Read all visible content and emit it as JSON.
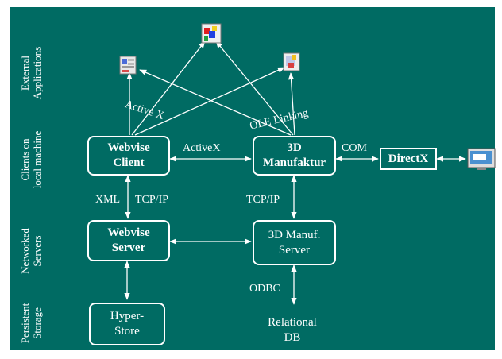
{
  "layers": [
    {
      "id": "external",
      "label": "External\nApplications"
    },
    {
      "id": "clients",
      "label": "Clients on\nlocal machine"
    },
    {
      "id": "networked",
      "label": "Networked\nServers"
    },
    {
      "id": "persistent",
      "label": "Persistent\nStorage"
    }
  ],
  "boxes": {
    "webvise_client": "Webvise\nClient",
    "manufaktur": "3D\nManufaktur",
    "directx": "DirectX",
    "webvise_server": "Webvise\nServer",
    "manuf_server": "3D Manuf.\nServer",
    "hyperstore": "Hyper-\nStore",
    "relational_db": "Relational\nDB"
  },
  "connectors": {
    "activex_horizontal": "ActiveX",
    "activex_diagonal": "Active X",
    "ole_linking": "OLE Linking",
    "com": "COM",
    "xml": "XML",
    "tcpip_left": "TCP/IP",
    "tcpip_right": "TCP/IP",
    "odbc": "ODBC"
  },
  "icons": [
    "app-icon-left",
    "app-icon-center",
    "app-icon-right",
    "monitor-icon"
  ],
  "colors": {
    "background": "#006b63",
    "foreground": "#ffffff"
  }
}
